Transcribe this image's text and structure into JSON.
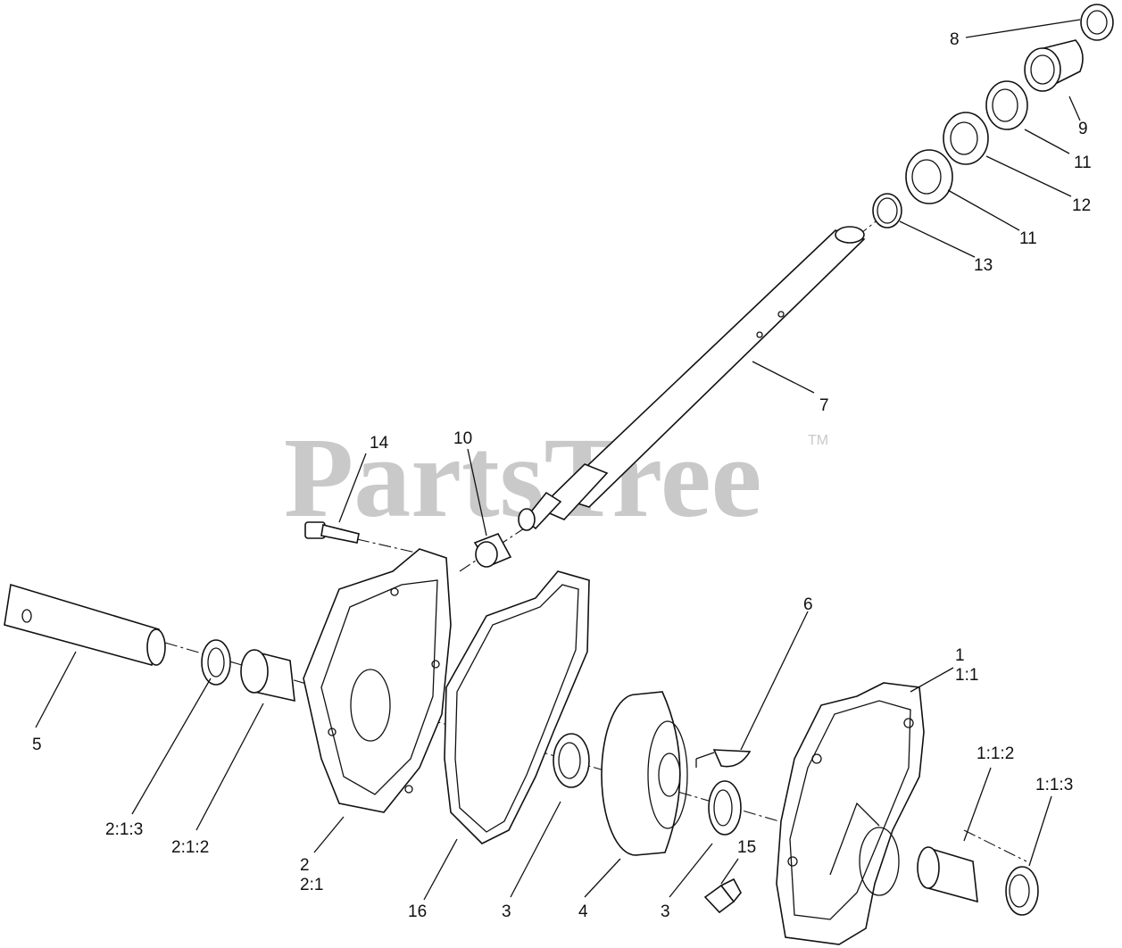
{
  "watermark": {
    "text": "PartsTree",
    "trademark": "TM",
    "color": "#c9c9c9"
  },
  "callouts": [
    {
      "id": "c8",
      "text": "8"
    },
    {
      "id": "c9",
      "text": "9"
    },
    {
      "id": "c11a",
      "text": "11"
    },
    {
      "id": "c12",
      "text": "12"
    },
    {
      "id": "c11b",
      "text": "11"
    },
    {
      "id": "c13",
      "text": "13"
    },
    {
      "id": "c7",
      "text": "7"
    },
    {
      "id": "c14",
      "text": "14"
    },
    {
      "id": "c10",
      "text": "10"
    },
    {
      "id": "c6",
      "text": "6"
    },
    {
      "id": "c1",
      "text": "1"
    },
    {
      "id": "c1_1",
      "text": "1:1"
    },
    {
      "id": "c5",
      "text": "5"
    },
    {
      "id": "c1_1_2",
      "text": "1:1:2"
    },
    {
      "id": "c1_1_3",
      "text": "1:1:3"
    },
    {
      "id": "c2_1_3",
      "text": "2:1:3"
    },
    {
      "id": "c2_1_2",
      "text": "2:1:2"
    },
    {
      "id": "c15",
      "text": "15"
    },
    {
      "id": "c2",
      "text": "2"
    },
    {
      "id": "c2_1",
      "text": "2:1"
    },
    {
      "id": "c16",
      "text": "16"
    },
    {
      "id": "c3a",
      "text": "3"
    },
    {
      "id": "c4",
      "text": "4"
    },
    {
      "id": "c3b",
      "text": "3"
    }
  ]
}
